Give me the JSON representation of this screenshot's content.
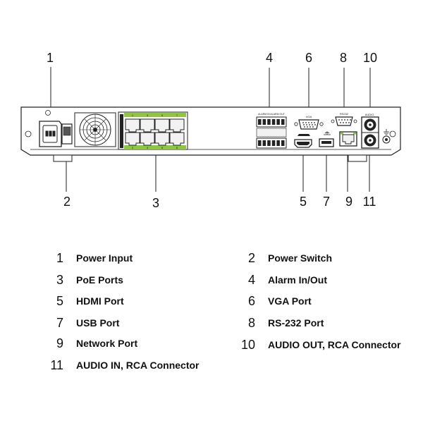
{
  "callouts": [
    "1",
    "2",
    "3",
    "4",
    "5",
    "6",
    "7",
    "8",
    "9",
    "10",
    "11"
  ],
  "panel_labels": {
    "vga": "VGA",
    "rs232": "RS232",
    "audio": "AUDIO",
    "alarm": "ALARM IN ALARM OUT"
  },
  "poe_port_numbers": [
    "1",
    "2",
    "3",
    "4",
    "5",
    "6",
    "7",
    "8"
  ],
  "legend": [
    {
      "num": "1",
      "label": "Power Input"
    },
    {
      "num": "2",
      "label": "Power Switch"
    },
    {
      "num": "3",
      "label": "PoE Ports"
    },
    {
      "num": "4",
      "label": "Alarm In/Out"
    },
    {
      "num": "5",
      "label": "HDMI Port"
    },
    {
      "num": "6",
      "label": "VGA Port"
    },
    {
      "num": "7",
      "label": "USB Port"
    },
    {
      "num": "8",
      "label": "RS-232 Port"
    },
    {
      "num": "9",
      "label": "Network Port"
    },
    {
      "num": "10",
      "label": "AUDIO OUT, RCA Connector"
    },
    {
      "num": "11",
      "label": "AUDIO IN, RCA Connector"
    }
  ],
  "colors": {
    "stroke": "#222222",
    "poe_green": "#8fc640",
    "panel_fill": "#ffffff",
    "port_fill": "#f2f2f2"
  }
}
